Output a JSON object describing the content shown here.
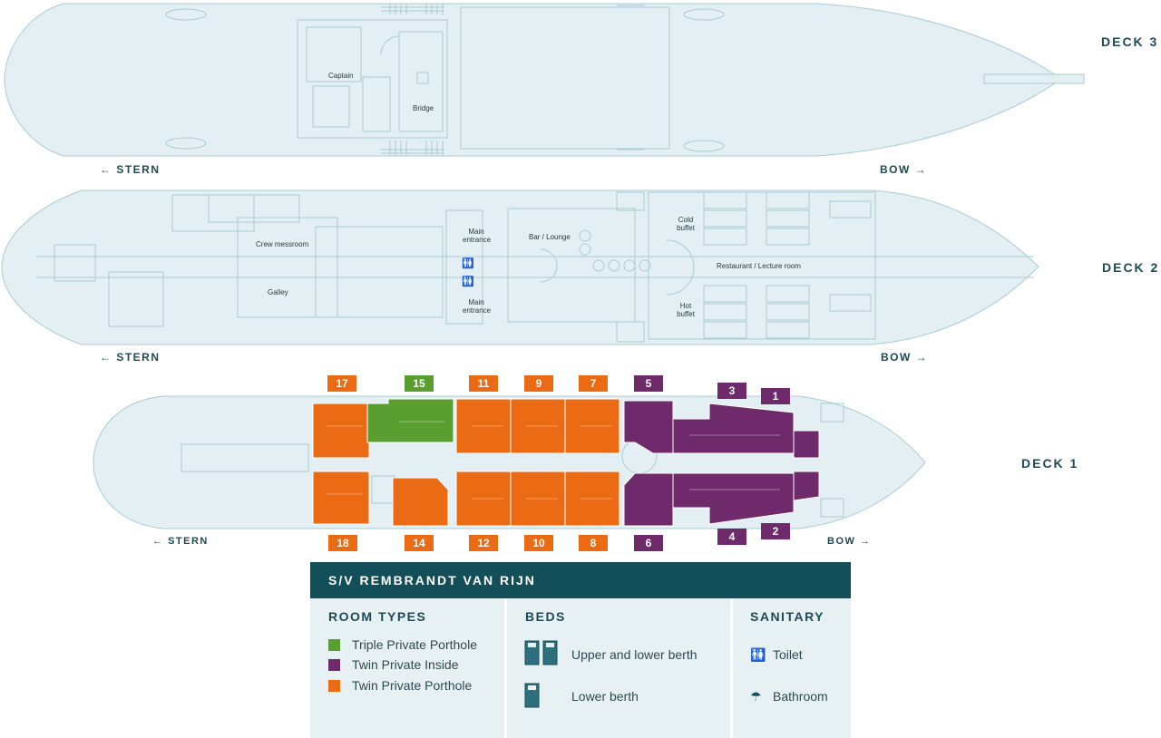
{
  "colors": {
    "deck_fill": "#e3eff2",
    "deck_line": "#a9ccd4",
    "orange": "#eb6b14",
    "green": "#5a9e32",
    "purple": "#6e2a6a",
    "navy": "#134f58"
  },
  "decks": {
    "deck3": {
      "label": "DECK 3",
      "stern": "STERN",
      "bow": "BOW",
      "rooms": {
        "captain": "Captain",
        "bridge": "Bridge"
      }
    },
    "deck2": {
      "label": "DECK 2",
      "stern": "STERN",
      "bow": "BOW",
      "rooms": {
        "crew_messroom": "Crew messroom",
        "galley": "Galley",
        "main_entrance_top": "Main entrance",
        "main_entrance_bottom": "Main entrance",
        "bar_lounge": "Bar / Lounge",
        "cold_buffet": "Cold buffet",
        "hot_buffet": "Hot buffet",
        "restaurant": "Restaurant / Lecture room"
      }
    },
    "deck1": {
      "label": "DECK 1",
      "stern": "STERN",
      "bow": "BOW",
      "cabins_top": [
        {
          "num": "17",
          "type": "orange"
        },
        {
          "num": "15",
          "type": "green"
        },
        {
          "num": "11",
          "type": "orange"
        },
        {
          "num": "9",
          "type": "orange"
        },
        {
          "num": "7",
          "type": "orange"
        },
        {
          "num": "5",
          "type": "purple"
        },
        {
          "num": "3",
          "type": "purple"
        },
        {
          "num": "1",
          "type": "purple"
        }
      ],
      "cabins_bottom": [
        {
          "num": "18",
          "type": "orange"
        },
        {
          "num": "14",
          "type": "orange"
        },
        {
          "num": "12",
          "type": "orange"
        },
        {
          "num": "10",
          "type": "orange"
        },
        {
          "num": "8",
          "type": "orange"
        },
        {
          "num": "6",
          "type": "purple"
        },
        {
          "num": "4",
          "type": "purple"
        },
        {
          "num": "2",
          "type": "purple"
        }
      ]
    }
  },
  "legend": {
    "title": "S/V REMBRANDT VAN RIJN",
    "room_types": {
      "title": "ROOM TYPES",
      "items": [
        {
          "label": "Triple Private Porthole",
          "color": "#5a9e32"
        },
        {
          "label": "Twin Private Inside",
          "color": "#6e2a6a"
        },
        {
          "label": "Twin Private Porthole",
          "color": "#eb6b14"
        }
      ]
    },
    "beds": {
      "title": "BEDS",
      "items": [
        {
          "label": "Upper and lower berth",
          "icon": "bunk-bed-icon"
        },
        {
          "label": "Lower berth",
          "icon": "single-bed-icon"
        }
      ]
    },
    "sanitary": {
      "title": "SANITARY",
      "items": [
        {
          "label": "Toilet",
          "icon": "toilet-icon"
        },
        {
          "label": "Bathroom",
          "icon": "shower-icon"
        }
      ]
    }
  }
}
